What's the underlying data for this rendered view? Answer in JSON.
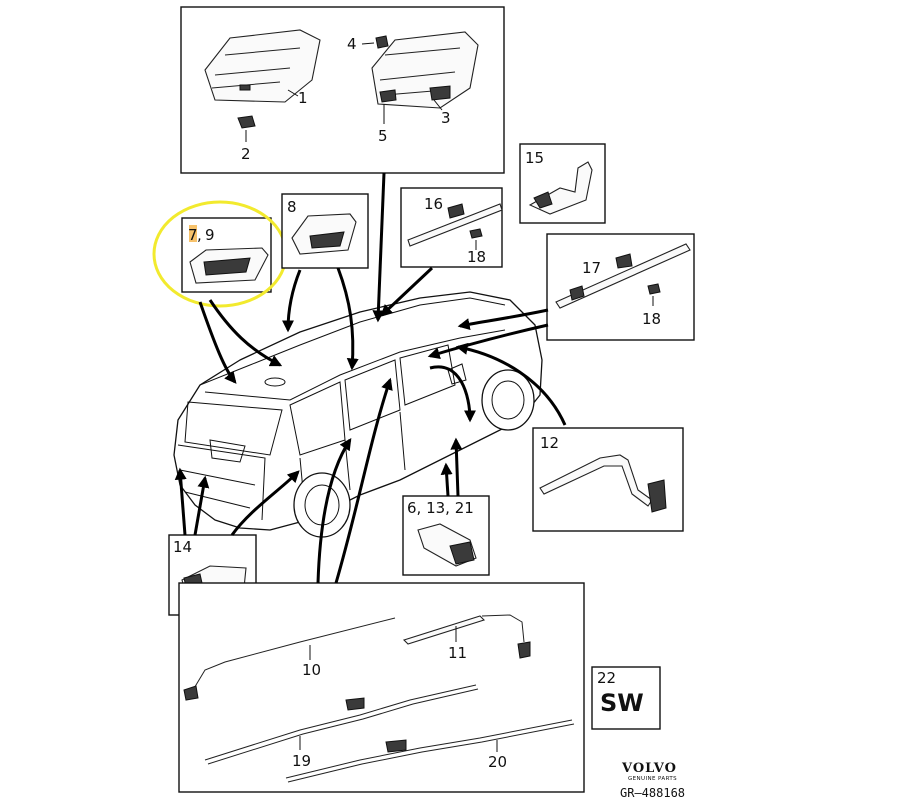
{
  "callouts": {
    "c1": "1",
    "c2": "2",
    "c3": "3",
    "c4": "4",
    "c5": "5",
    "c7": "7",
    "c_sep": ",",
    "c9": "9",
    "c8": "8",
    "c10": "10",
    "c11": "11",
    "c12": "12",
    "c14": "14",
    "c15": "15",
    "c16": "16",
    "c17": "17",
    "c18a": "18",
    "c18b": "18",
    "c19": "19",
    "c20": "20",
    "c6_13_21": "6, 13, 21",
    "c22": "22"
  },
  "sw_box": {
    "code": "SW"
  },
  "branding": {
    "logo_text": "VOLVO",
    "logo_sub": "GENUINE PARTS",
    "doc_id": "GR–488168"
  },
  "highlight": {
    "ring_color": "#F2EA2E",
    "marker_color": "#F7C26B"
  }
}
